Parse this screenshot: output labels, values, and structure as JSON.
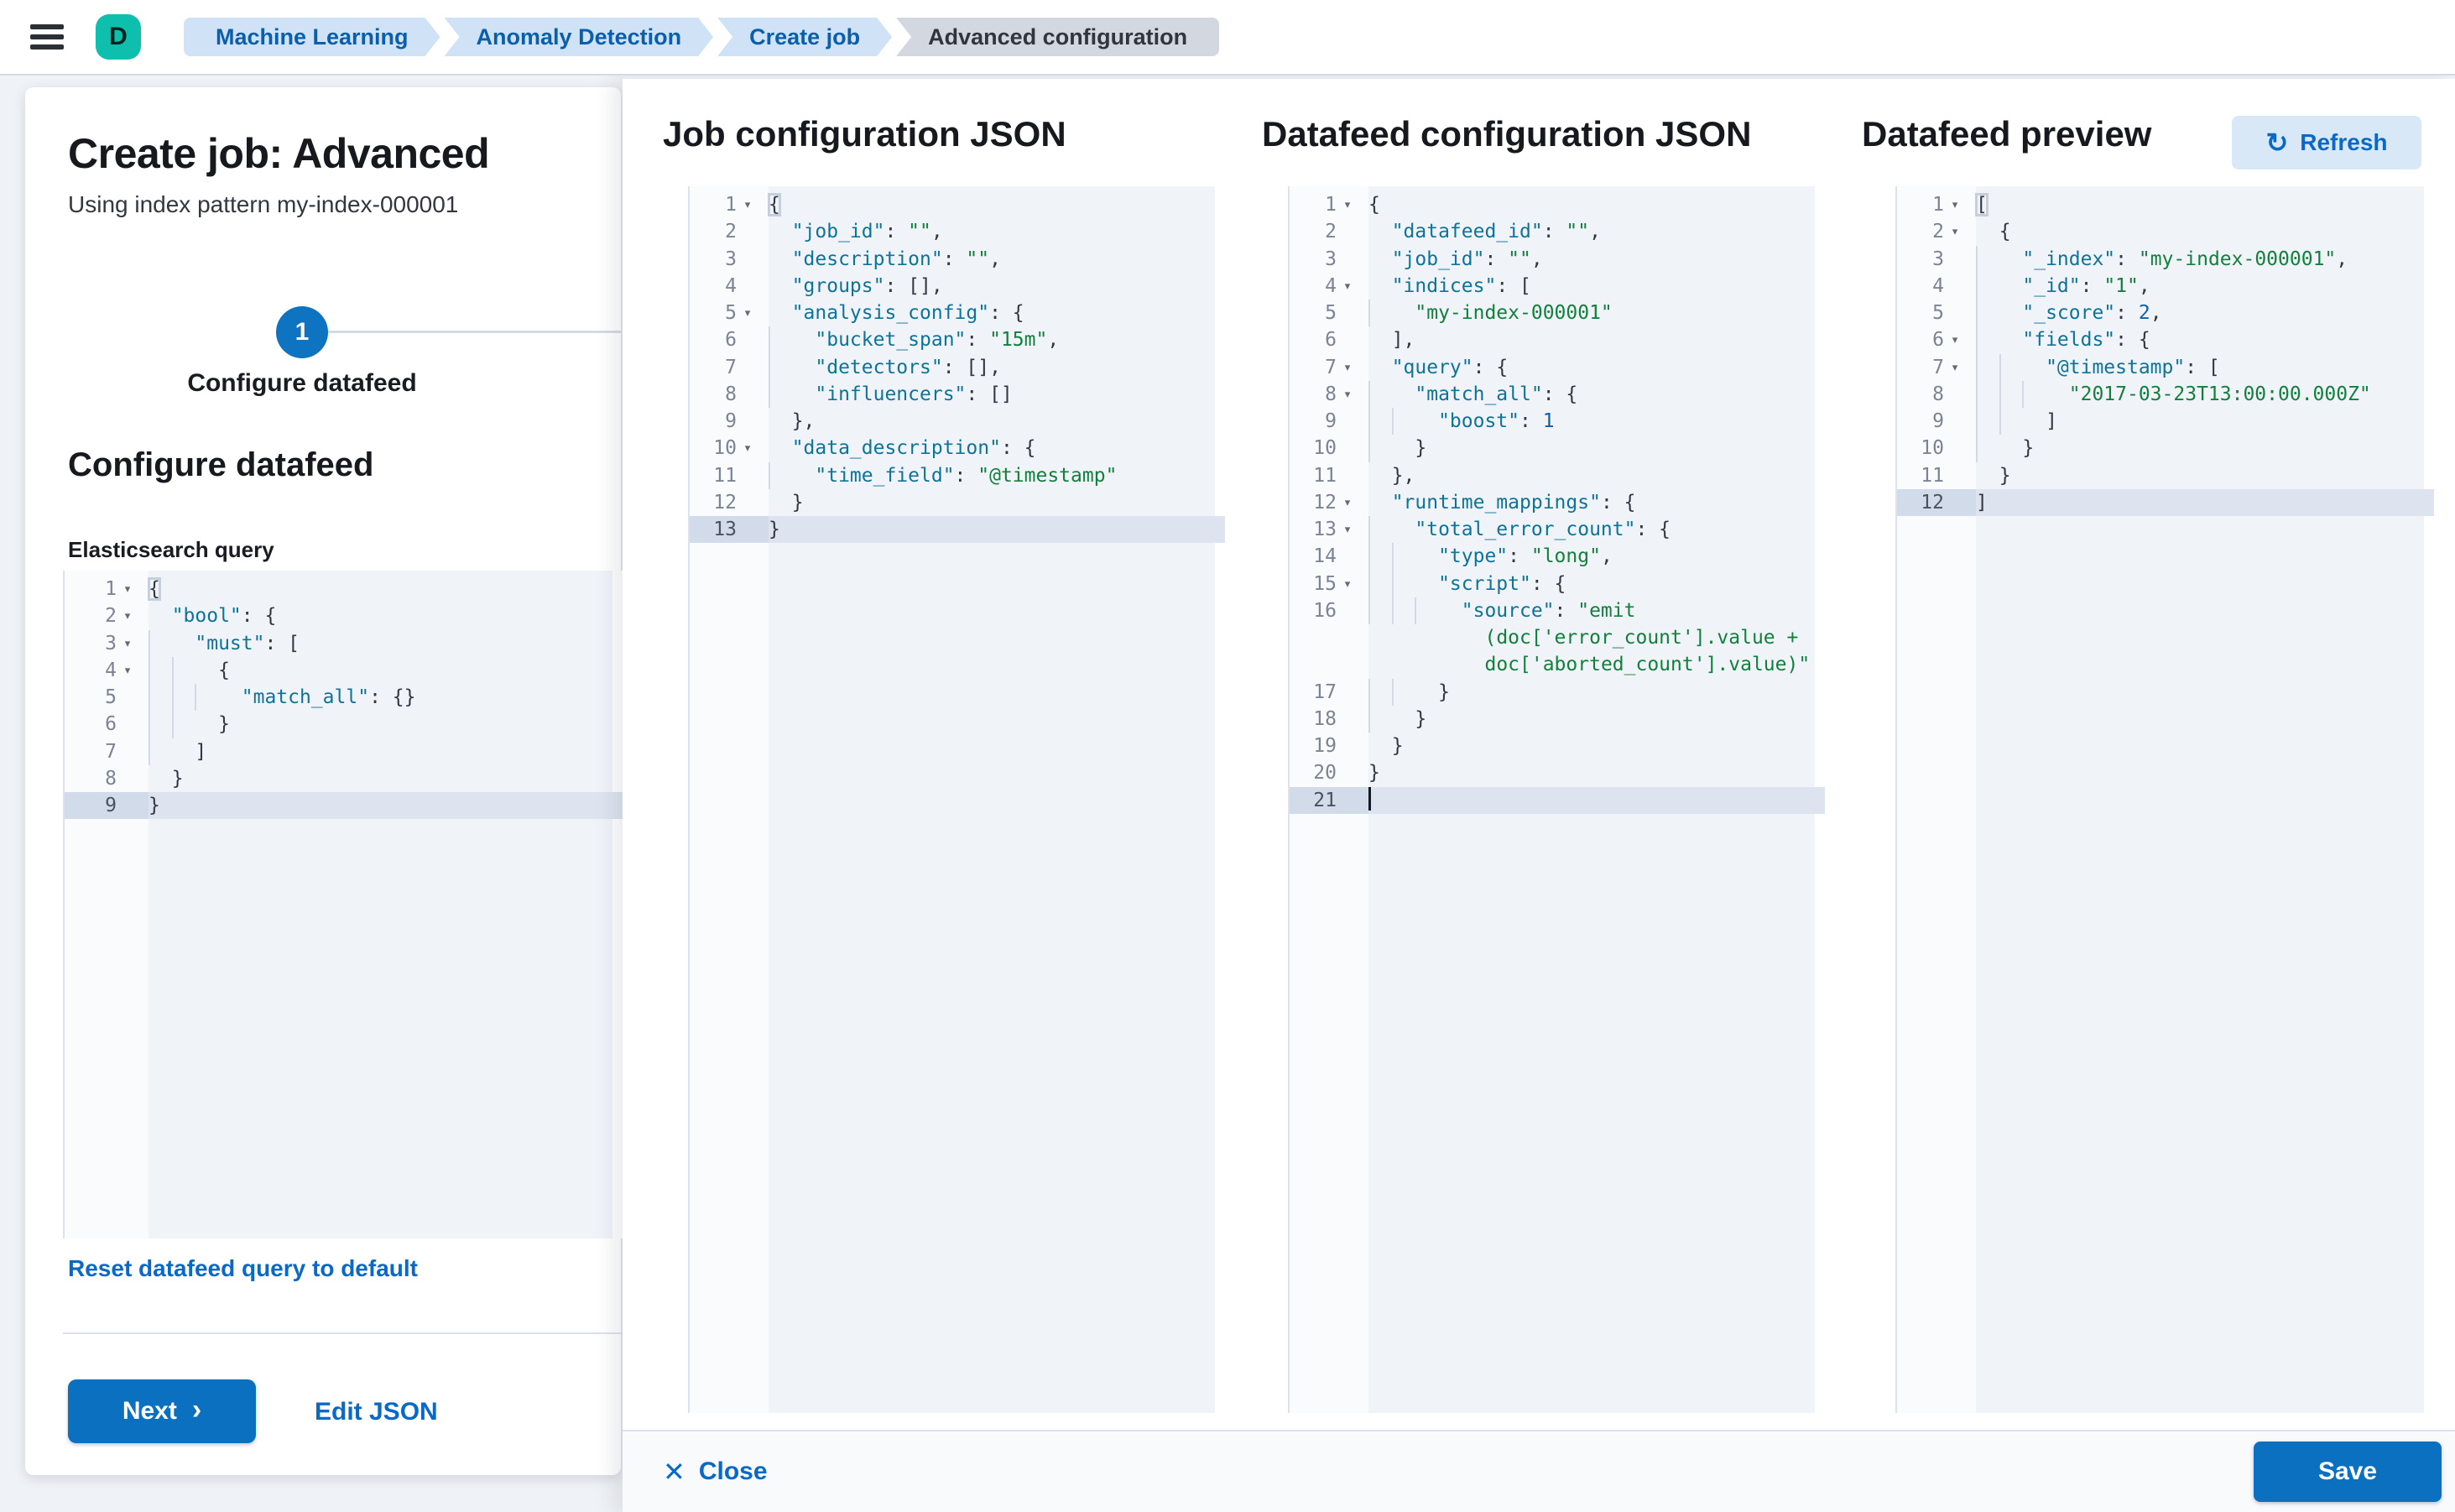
{
  "colors": {
    "primary": "#0c70c0",
    "link": "#0a69c7",
    "avatar_bg": "#0fbfae",
    "breadcrumb_bg": "#d0e2f5",
    "breadcrumb_current_bg": "#d3d8e0",
    "json_key": "#0e7398",
    "json_string": "#12803c",
    "json_number": "#0d5fa6"
  },
  "topbar": {
    "avatar_initial": "D",
    "breadcrumbs": [
      {
        "label": "Machine Learning"
      },
      {
        "label": "Anomaly Detection"
      },
      {
        "label": "Create job"
      },
      {
        "label": "Advanced configuration",
        "current": true
      }
    ]
  },
  "wizard": {
    "title": "Create job: Advanced",
    "subtitle": "Using index pattern my-index-000001",
    "step_number": "1",
    "step_label": "Configure datafeed",
    "section_heading": "Configure datafeed",
    "query_label": "Elasticsearch query",
    "reset_link": "Reset datafeed query to default",
    "next_label": "Next",
    "next_chevron": "›",
    "edit_json_label": "Edit JSON"
  },
  "flyout": {
    "job_title": "Job configuration JSON",
    "datafeed_title": "Datafeed configuration JSON",
    "preview_title": "Datafeed preview",
    "refresh_label": "Refresh",
    "refresh_icon": "↻",
    "close_label": "Close",
    "close_icon": "✕",
    "save_label": "Save"
  },
  "editors": {
    "esq": {
      "lines": [
        {
          "n": "1",
          "d": 0,
          "fold": true,
          "seg": [
            [
              "b",
              "{"
            ]
          ]
        },
        {
          "n": "2",
          "d": 1,
          "fold": true,
          "seg": [
            [
              "k",
              "\"bool\""
            ],
            [
              "p",
              ": {"
            ]
          ]
        },
        {
          "n": "3",
          "d": 2,
          "fold": true,
          "seg": [
            [
              "k",
              "\"must\""
            ],
            [
              "p",
              ": ["
            ]
          ]
        },
        {
          "n": "4",
          "d": 3,
          "fold": true,
          "seg": [
            [
              "p",
              "{"
            ]
          ]
        },
        {
          "n": "5",
          "d": 4,
          "seg": [
            [
              "k",
              "\"match_all\""
            ],
            [
              "p",
              ": {}"
            ]
          ]
        },
        {
          "n": "6",
          "d": 3,
          "seg": [
            [
              "p",
              "}"
            ]
          ]
        },
        {
          "n": "7",
          "d": 2,
          "seg": [
            [
              "p",
              "]"
            ]
          ]
        },
        {
          "n": "8",
          "d": 1,
          "seg": [
            [
              "p",
              "}"
            ]
          ]
        },
        {
          "n": "9",
          "d": 0,
          "active": true,
          "seg": [
            [
              "p",
              "}"
            ]
          ]
        }
      ]
    },
    "job": {
      "lines": [
        {
          "n": "1",
          "d": 0,
          "fold": true,
          "seg": [
            [
              "b",
              "{"
            ]
          ]
        },
        {
          "n": "2",
          "d": 1,
          "seg": [
            [
              "k",
              "\"job_id\""
            ],
            [
              "p",
              ": "
            ],
            [
              "s",
              "\"\""
            ],
            [
              "p",
              ","
            ]
          ]
        },
        {
          "n": "3",
          "d": 1,
          "seg": [
            [
              "k",
              "\"description\""
            ],
            [
              "p",
              ": "
            ],
            [
              "s",
              "\"\""
            ],
            [
              "p",
              ","
            ]
          ]
        },
        {
          "n": "4",
          "d": 1,
          "seg": [
            [
              "k",
              "\"groups\""
            ],
            [
              "p",
              ": [],"
            ]
          ]
        },
        {
          "n": "5",
          "d": 1,
          "fold": true,
          "seg": [
            [
              "k",
              "\"analysis_config\""
            ],
            [
              "p",
              ": {"
            ]
          ]
        },
        {
          "n": "6",
          "d": 2,
          "seg": [
            [
              "k",
              "\"bucket_span\""
            ],
            [
              "p",
              ": "
            ],
            [
              "s",
              "\"15m\""
            ],
            [
              "p",
              ","
            ]
          ]
        },
        {
          "n": "7",
          "d": 2,
          "seg": [
            [
              "k",
              "\"detectors\""
            ],
            [
              "p",
              ": [],"
            ]
          ]
        },
        {
          "n": "8",
          "d": 2,
          "seg": [
            [
              "k",
              "\"influencers\""
            ],
            [
              "p",
              ": []"
            ]
          ]
        },
        {
          "n": "9",
          "d": 1,
          "seg": [
            [
              "p",
              "},"
            ]
          ]
        },
        {
          "n": "10",
          "d": 1,
          "fold": true,
          "seg": [
            [
              "k",
              "\"data_description\""
            ],
            [
              "p",
              ": {"
            ]
          ]
        },
        {
          "n": "11",
          "d": 2,
          "seg": [
            [
              "k",
              "\"time_field\""
            ],
            [
              "p",
              ": "
            ],
            [
              "s",
              "\"@timestamp\""
            ]
          ]
        },
        {
          "n": "12",
          "d": 1,
          "seg": [
            [
              "p",
              "}"
            ]
          ]
        },
        {
          "n": "13",
          "d": 0,
          "active": true,
          "seg": [
            [
              "p",
              "}"
            ]
          ]
        }
      ]
    },
    "df": {
      "lines": [
        {
          "n": "1",
          "d": 0,
          "fold": true,
          "seg": [
            [
              "p",
              "{"
            ]
          ]
        },
        {
          "n": "2",
          "d": 1,
          "seg": [
            [
              "k",
              "\"datafeed_id\""
            ],
            [
              "p",
              ": "
            ],
            [
              "s",
              "\"\""
            ],
            [
              "p",
              ","
            ]
          ]
        },
        {
          "n": "3",
          "d": 1,
          "seg": [
            [
              "k",
              "\"job_id\""
            ],
            [
              "p",
              ": "
            ],
            [
              "s",
              "\"\""
            ],
            [
              "p",
              ","
            ]
          ]
        },
        {
          "n": "4",
          "d": 1,
          "fold": true,
          "seg": [
            [
              "k",
              "\"indices\""
            ],
            [
              "p",
              ": ["
            ]
          ]
        },
        {
          "n": "5",
          "d": 2,
          "seg": [
            [
              "s",
              "\"my-index-000001\""
            ]
          ]
        },
        {
          "n": "6",
          "d": 1,
          "seg": [
            [
              "p",
              "],"
            ]
          ]
        },
        {
          "n": "7",
          "d": 1,
          "fold": true,
          "seg": [
            [
              "k",
              "\"query\""
            ],
            [
              "p",
              ": {"
            ]
          ]
        },
        {
          "n": "8",
          "d": 2,
          "fold": true,
          "seg": [
            [
              "k",
              "\"match_all\""
            ],
            [
              "p",
              ": {"
            ]
          ]
        },
        {
          "n": "9",
          "d": 3,
          "seg": [
            [
              "k",
              "\"boost\""
            ],
            [
              "p",
              ": "
            ],
            [
              "n",
              "1"
            ]
          ]
        },
        {
          "n": "10",
          "d": 2,
          "seg": [
            [
              "p",
              "}"
            ]
          ]
        },
        {
          "n": "11",
          "d": 1,
          "seg": [
            [
              "p",
              "},"
            ]
          ]
        },
        {
          "n": "12",
          "d": 1,
          "fold": true,
          "seg": [
            [
              "k",
              "\"runtime_mappings\""
            ],
            [
              "p",
              ": {"
            ]
          ]
        },
        {
          "n": "13",
          "d": 2,
          "fold": true,
          "seg": [
            [
              "k",
              "\"total_error_count\""
            ],
            [
              "p",
              ": {"
            ]
          ]
        },
        {
          "n": "14",
          "d": 3,
          "seg": [
            [
              "k",
              "\"type\""
            ],
            [
              "p",
              ": "
            ],
            [
              "s",
              "\"long\""
            ],
            [
              "p",
              ","
            ]
          ]
        },
        {
          "n": "15",
          "d": 3,
          "fold": true,
          "seg": [
            [
              "k",
              "\"script\""
            ],
            [
              "p",
              ": {"
            ]
          ]
        },
        {
          "n": "16",
          "d": 4,
          "seg": [
            [
              "k",
              "\"source\""
            ],
            [
              "p",
              ": "
            ],
            [
              "s",
              "\"emit"
            ]
          ]
        },
        {
          "cont": true,
          "pad": 10,
          "seg": [
            [
              "s",
              "(doc['error_count'].value +"
            ]
          ]
        },
        {
          "cont": true,
          "pad": 10,
          "seg": [
            [
              "s",
              "doc['aborted_count'].value)\""
            ]
          ]
        },
        {
          "n": "17",
          "d": 3,
          "seg": [
            [
              "p",
              "}"
            ]
          ]
        },
        {
          "n": "18",
          "d": 2,
          "seg": [
            [
              "p",
              "}"
            ]
          ]
        },
        {
          "n": "19",
          "d": 1,
          "seg": [
            [
              "p",
              "}"
            ]
          ]
        },
        {
          "n": "20",
          "d": 0,
          "seg": [
            [
              "p",
              "}"
            ]
          ]
        },
        {
          "n": "21",
          "d": 0,
          "active": true,
          "cursor": true,
          "seg": []
        }
      ]
    },
    "prev": {
      "lines": [
        {
          "n": "1",
          "d": 0,
          "fold": true,
          "seg": [
            [
              "b",
              "["
            ]
          ]
        },
        {
          "n": "2",
          "d": 1,
          "fold": true,
          "seg": [
            [
              "p",
              "{"
            ]
          ]
        },
        {
          "n": "3",
          "d": 2,
          "seg": [
            [
              "k",
              "\"_index\""
            ],
            [
              "p",
              ": "
            ],
            [
              "s",
              "\"my-index-000001\""
            ],
            [
              "p",
              ","
            ]
          ]
        },
        {
          "n": "4",
          "d": 2,
          "seg": [
            [
              "k",
              "\"_id\""
            ],
            [
              "p",
              ": "
            ],
            [
              "s",
              "\"1\""
            ],
            [
              "p",
              ","
            ]
          ]
        },
        {
          "n": "5",
          "d": 2,
          "seg": [
            [
              "k",
              "\"_score\""
            ],
            [
              "p",
              ": "
            ],
            [
              "n",
              "2"
            ],
            [
              "p",
              ","
            ]
          ]
        },
        {
          "n": "6",
          "d": 2,
          "fold": true,
          "seg": [
            [
              "k",
              "\"fields\""
            ],
            [
              "p",
              ": {"
            ]
          ]
        },
        {
          "n": "7",
          "d": 3,
          "fold": true,
          "seg": [
            [
              "k",
              "\"@timestamp\""
            ],
            [
              "p",
              ": ["
            ]
          ]
        },
        {
          "n": "8",
          "d": 4,
          "seg": [
            [
              "s",
              "\"2017-03-23T13:00:00.000Z\""
            ]
          ]
        },
        {
          "n": "9",
          "d": 3,
          "seg": [
            [
              "p",
              "]"
            ]
          ]
        },
        {
          "n": "10",
          "d": 2,
          "seg": [
            [
              "p",
              "}"
            ]
          ]
        },
        {
          "n": "11",
          "d": 1,
          "seg": [
            [
              "p",
              "}"
            ]
          ]
        },
        {
          "n": "12",
          "d": 0,
          "active": true,
          "seg": [
            [
              "p",
              "]"
            ]
          ]
        }
      ]
    }
  }
}
